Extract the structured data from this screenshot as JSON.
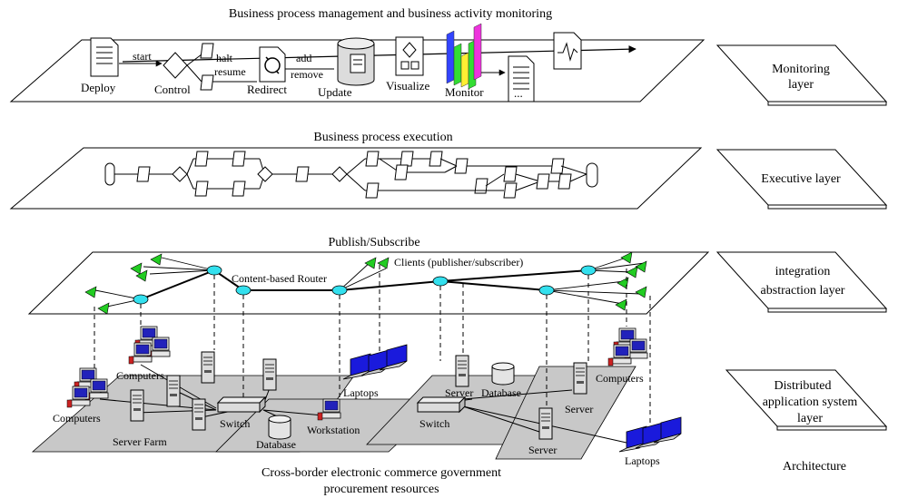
{
  "titles": {
    "monitoring": "Business process management and business activity monitoring",
    "execution": "Business process execution",
    "pubsub": "Publish/Subscribe",
    "resources_line1": "Cross-border electronic commerce government",
    "resources_line2": "procurement resources"
  },
  "monitoring_plane": {
    "deploy": "Deploy",
    "start": "start",
    "control": "Control",
    "halt": "halt",
    "resume": "resume",
    "redirect": "Redirect",
    "add": "add",
    "remove": "remove",
    "update": "Update",
    "visualize": "Visualize",
    "monitor": "Monitor",
    "ellipsis": "..."
  },
  "integration_plane": {
    "router": "Content-based Router",
    "clients": "Clients (publisher/subscriber)"
  },
  "architecture": {
    "computers_left": "Computers",
    "computers_left2": "Computers",
    "computers_right": "Computers",
    "server_farm": "Server Farm",
    "switch_left": "Switch",
    "database_left": "Database",
    "workstation": "Workstation",
    "laptops_mid": "Laptops",
    "server_mid": "Server",
    "database_mid": "Database",
    "switch_right": "Switch",
    "server_right": "Server",
    "server_right2": "Server",
    "laptops_right": "Laptops"
  },
  "layers": {
    "monitoring_l1": "Monitoring",
    "monitoring_l2": "layer",
    "executive": "Executive layer",
    "integration_l1": "integration",
    "integration_l2": "abstraction layer",
    "distributed_l1": "Distributed",
    "distributed_l2": "application system",
    "distributed_l3": "layer",
    "architecture": "Architecture"
  },
  "colors": {
    "client_green": "#22cc22",
    "router_cyan": "#33e0ee",
    "zone_gray": "#c8c8c8",
    "laptop_blue": "#1a1adc",
    "bar_blue": "#3344ff",
    "bar_green": "#33dd33",
    "bar_yellow": "#ffee33",
    "bar_magenta": "#ee33dd"
  },
  "icons": [
    "document-icon",
    "diamond-icon",
    "refresh-icon",
    "database-icon",
    "flowchart-icon",
    "bar-chart-icon",
    "waveform-icon",
    "computer-icon",
    "server-icon",
    "switch-icon",
    "laptop-icon"
  ]
}
